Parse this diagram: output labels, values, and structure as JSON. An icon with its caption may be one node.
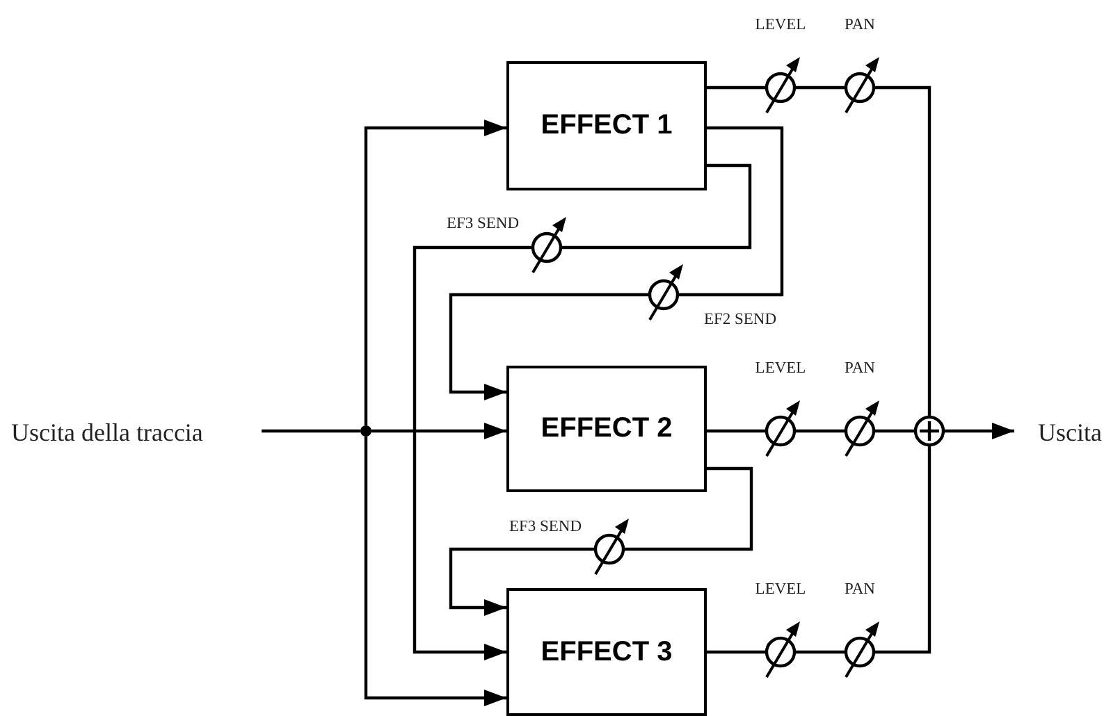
{
  "diagram": {
    "nodes": [
      {
        "text": [
          "Uscita della traccia"
        ]
      },
      {
        "text": [],
        "shape": "circle"
      },
      {
        "text": [
          "EFFECT 1"
        ]
      },
      {
        "text": [
          "EFFECT 2"
        ]
      },
      {
        "text": [
          "EFFECT 3"
        ]
      },
      {
        "text": [
          "LEVEL"
        ]
      },
      {
        "text": [
          "PAN"
        ]
      },
      {
        "text": [
          "EF3 SEND"
        ]
      },
      {
        "text": [
          "EF2 SEND"
        ]
      },
      {
        "text": [
          "LEVEL"
        ]
      },
      {
        "text": [
          "PAN"
        ]
      },
      {
        "text": [],
        "shape": "circle"
      },
      {
        "text": [
          "Uscita"
        ]
      },
      {
        "text": [
          "EF3 SEND"
        ]
      },
      {
        "text": [
          "LEVEL"
        ]
      },
      {
        "text": [
          "PAN"
        ]
      }
    ],
    "edges": [
      {
        "from": 0,
        "to": 1,
        "arrow": "none"
      },
      {
        "from": 1,
        "to": 2,
        "arrow": "to"
      },
      {
        "from": 1,
        "to": 3,
        "arrow": "to"
      },
      {
        "from": 1,
        "to": 4,
        "arrow": "to"
      },
      {
        "from": 2,
        "to": 5,
        "arrow": "none"
      },
      {
        "from": 5,
        "to": 6,
        "arrow": "none"
      },
      {
        "from": 6,
        "to": 11,
        "arrow": "none"
      },
      {
        "from": 2,
        "to": 8,
        "arrow": "none"
      },
      {
        "from": 8,
        "to": 3,
        "arrow": "to"
      },
      {
        "from": 2,
        "to": 7,
        "arrow": "none"
      },
      {
        "from": 7,
        "to": 4,
        "arrow": "to"
      },
      {
        "from": 3,
        "to": 9,
        "arrow": "none"
      },
      {
        "from": 9,
        "to": 10,
        "arrow": "none"
      },
      {
        "from": 10,
        "to": 11,
        "arrow": "none"
      },
      {
        "from": 11,
        "to": 12,
        "arrow": "to"
      },
      {
        "from": 3,
        "to": 13,
        "arrow": "none"
      },
      {
        "from": 13,
        "to": 4,
        "arrow": "to"
      },
      {
        "from": 4,
        "to": 14,
        "arrow": "none"
      },
      {
        "from": 14,
        "to": 15,
        "arrow": "none"
      },
      {
        "from": 15,
        "to": 11,
        "arrow": "none"
      }
    ]
  }
}
